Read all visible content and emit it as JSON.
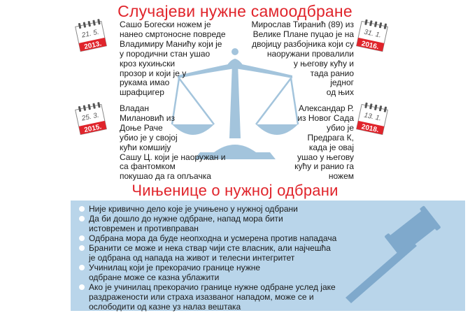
{
  "title_cases": "Случајеви нужне самоодбране",
  "title_facts": "Чињенице о нужној одбрани",
  "colors": {
    "accent_red": "#e0242b",
    "scale_blue": "#a3c4dc",
    "box_blue": "#b9d5ea",
    "gavel_blue": "#7fa9cc"
  },
  "cases": [
    {
      "date_day": "21. 5.",
      "date_year": "2013.",
      "lines": [
        "Сашо Богески ножем је",
        "нанео смртоносне повреде",
        "Владимиру Манићу који је",
        "у породични стан ушао",
        "кроз кухињски",
        "прозор и који је у",
        "рукама имао",
        "шрафцигер"
      ]
    },
    {
      "date_day": "31. 1.",
      "date_year": "2016.",
      "lines": [
        "Мирослав Тиранић (89) из",
        "Велике Плане пуцао је на",
        "двојицу разбојника који су",
        "наоружани провалили",
        "у његову кућу и",
        "тада ранио",
        "једног",
        "од њих"
      ]
    },
    {
      "date_day": "25. 3.",
      "date_year": "2015.",
      "lines": [
        "Владан",
        "Милановић из",
        "Доње Раче",
        "убио је у својој",
        "кући комшију",
        "Сашу Ц. који је наоружан и",
        "са фантомком",
        "покушао да га опљачка"
      ]
    },
    {
      "date_day": "13. 1.",
      "date_year": "2018.",
      "lines": [
        "Александар Р.",
        "из Новог Сада",
        "убио је",
        "Предрага К,",
        "када је овај",
        "ушао у његову",
        "кућу и ранио га",
        "ножем"
      ]
    }
  ],
  "facts": [
    [
      "Није кривично дело које је учињено у нужној одбрани"
    ],
    [
      "Да би дошло до нужне одбране, напад мора бити",
      "истовремен и противправан"
    ],
    [
      "Одбрана мора да буде неопходна и усмерена против нападача"
    ],
    [
      "Бранити се може и нека ствар чији сте власник, али најчешћа",
      "је одбрана од напада на живот и телесни интегритет"
    ],
    [
      "Учинилац који је прекорачио границе нужне",
      "одбране може се казна ублажити"
    ],
    [
      "Ако је учинилац прекорачио границе нужне одбране услед јаке",
      "раздражености или страха изазваног нападом, може се и",
      "ослободити од казне уз налаз вештака"
    ]
  ]
}
